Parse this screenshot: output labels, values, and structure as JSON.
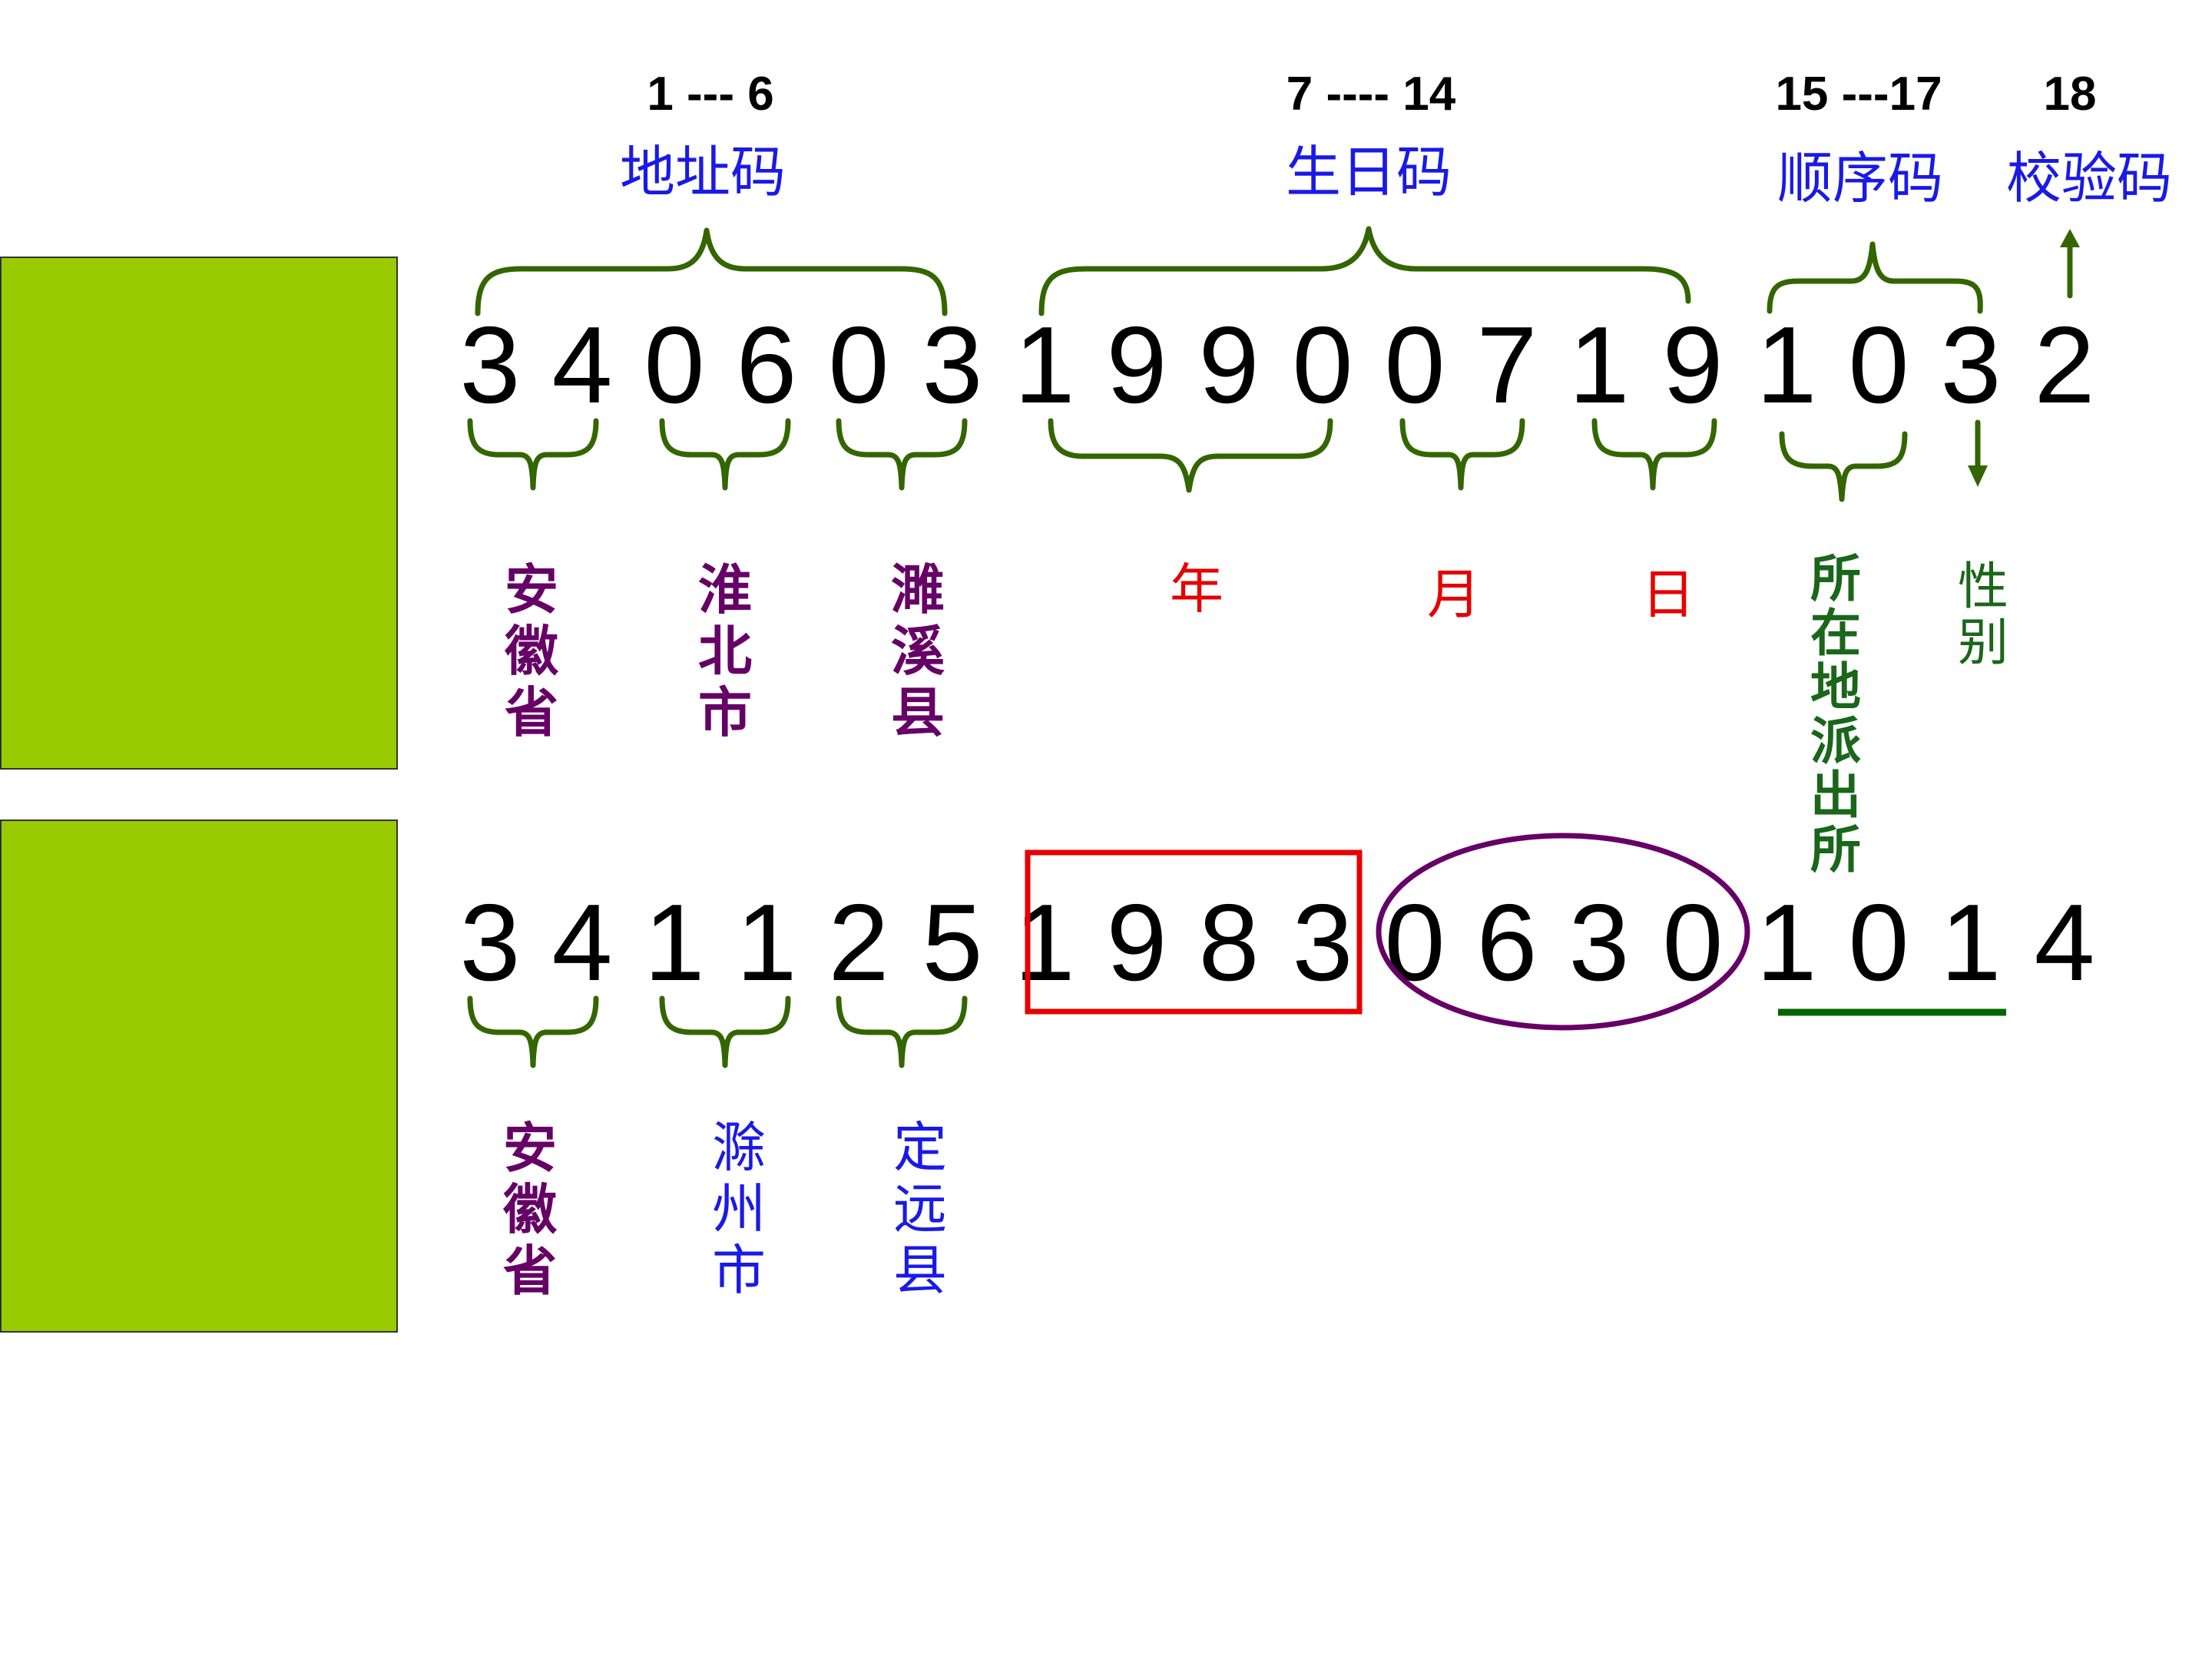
{
  "header": {
    "ranges": [
      "1 --- 6",
      "7 ---- 14",
      "15 ---17",
      "18"
    ],
    "segments": [
      "地址码",
      "生日码",
      "顺序码",
      "校验码"
    ]
  },
  "row1": {
    "digits": [
      "3",
      "4",
      "0",
      "6",
      "0",
      "3",
      "1",
      "9",
      "9",
      "0",
      "0",
      "7",
      "1",
      "9",
      "1",
      "0",
      "3",
      "2"
    ],
    "labels": [
      "安徽省",
      "淮北市",
      "濉溪县",
      "年",
      "月",
      "日",
      "所在地派出所",
      "性别"
    ]
  },
  "row2": {
    "digits": [
      "3",
      "4",
      "1",
      "1",
      "2",
      "5",
      "1",
      "9",
      "8",
      "3",
      "0",
      "6",
      "3",
      "0",
      "1",
      "0",
      "1",
      "4"
    ],
    "labels": [
      "安徽省",
      "滁州市",
      "定远县"
    ]
  },
  "colors": {
    "box_fill": "#99cc00",
    "brace": "#336600",
    "label_blue": "#1a1ae6",
    "label_purple": "#660066",
    "label_red": "#e60000",
    "label_green": "#1a661a",
    "rect_red": "#e60000",
    "ellipse_purple": "#660066",
    "underline_green": "#006600"
  }
}
